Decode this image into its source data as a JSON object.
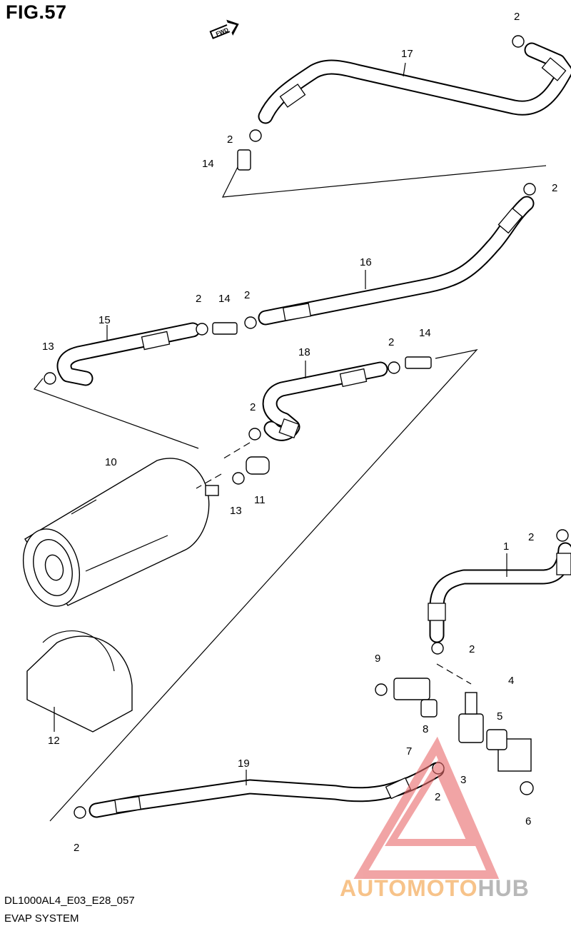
{
  "figure": {
    "title": "FIG.57",
    "fwd_label": "FWD",
    "model_code": "DL1000AL4_E03_E28_057",
    "section_name": "EVAP SYSTEM"
  },
  "watermark": {
    "text_a": "AUTOMOTO",
    "text_b": "HUB",
    "color_a": "#f7c38a",
    "color_b": "#b8b8b8",
    "logo_color": "#e8696a"
  },
  "callouts": [
    {
      "id": "c17",
      "label": "17"
    },
    {
      "id": "c2a",
      "label": "2"
    },
    {
      "id": "c2b",
      "label": "2"
    },
    {
      "id": "c14a",
      "label": "14"
    },
    {
      "id": "c2c",
      "label": "2"
    },
    {
      "id": "c16",
      "label": "16"
    },
    {
      "id": "c2d",
      "label": "2"
    },
    {
      "id": "c14b",
      "label": "14"
    },
    {
      "id": "c2e",
      "label": "2"
    },
    {
      "id": "c15",
      "label": "15"
    },
    {
      "id": "c13a",
      "label": "13"
    },
    {
      "id": "c18",
      "label": "18"
    },
    {
      "id": "c2f",
      "label": "2"
    },
    {
      "id": "c14c",
      "label": "14"
    },
    {
      "id": "c2g",
      "label": "2"
    },
    {
      "id": "c10",
      "label": "10"
    },
    {
      "id": "c13b",
      "label": "13"
    },
    {
      "id": "c11",
      "label": "11"
    },
    {
      "id": "c1",
      "label": "1"
    },
    {
      "id": "c2h",
      "label": "2"
    },
    {
      "id": "c2i",
      "label": "2"
    },
    {
      "id": "c9",
      "label": "9"
    },
    {
      "id": "c4",
      "label": "4"
    },
    {
      "id": "c5",
      "label": "5"
    },
    {
      "id": "c8",
      "label": "8"
    },
    {
      "id": "c7",
      "label": "7"
    },
    {
      "id": "c12",
      "label": "12"
    },
    {
      "id": "c19",
      "label": "19"
    },
    {
      "id": "c3",
      "label": "3"
    },
    {
      "id": "c2j",
      "label": "2"
    },
    {
      "id": "c6",
      "label": "6"
    },
    {
      "id": "c2k",
      "label": "2"
    }
  ]
}
